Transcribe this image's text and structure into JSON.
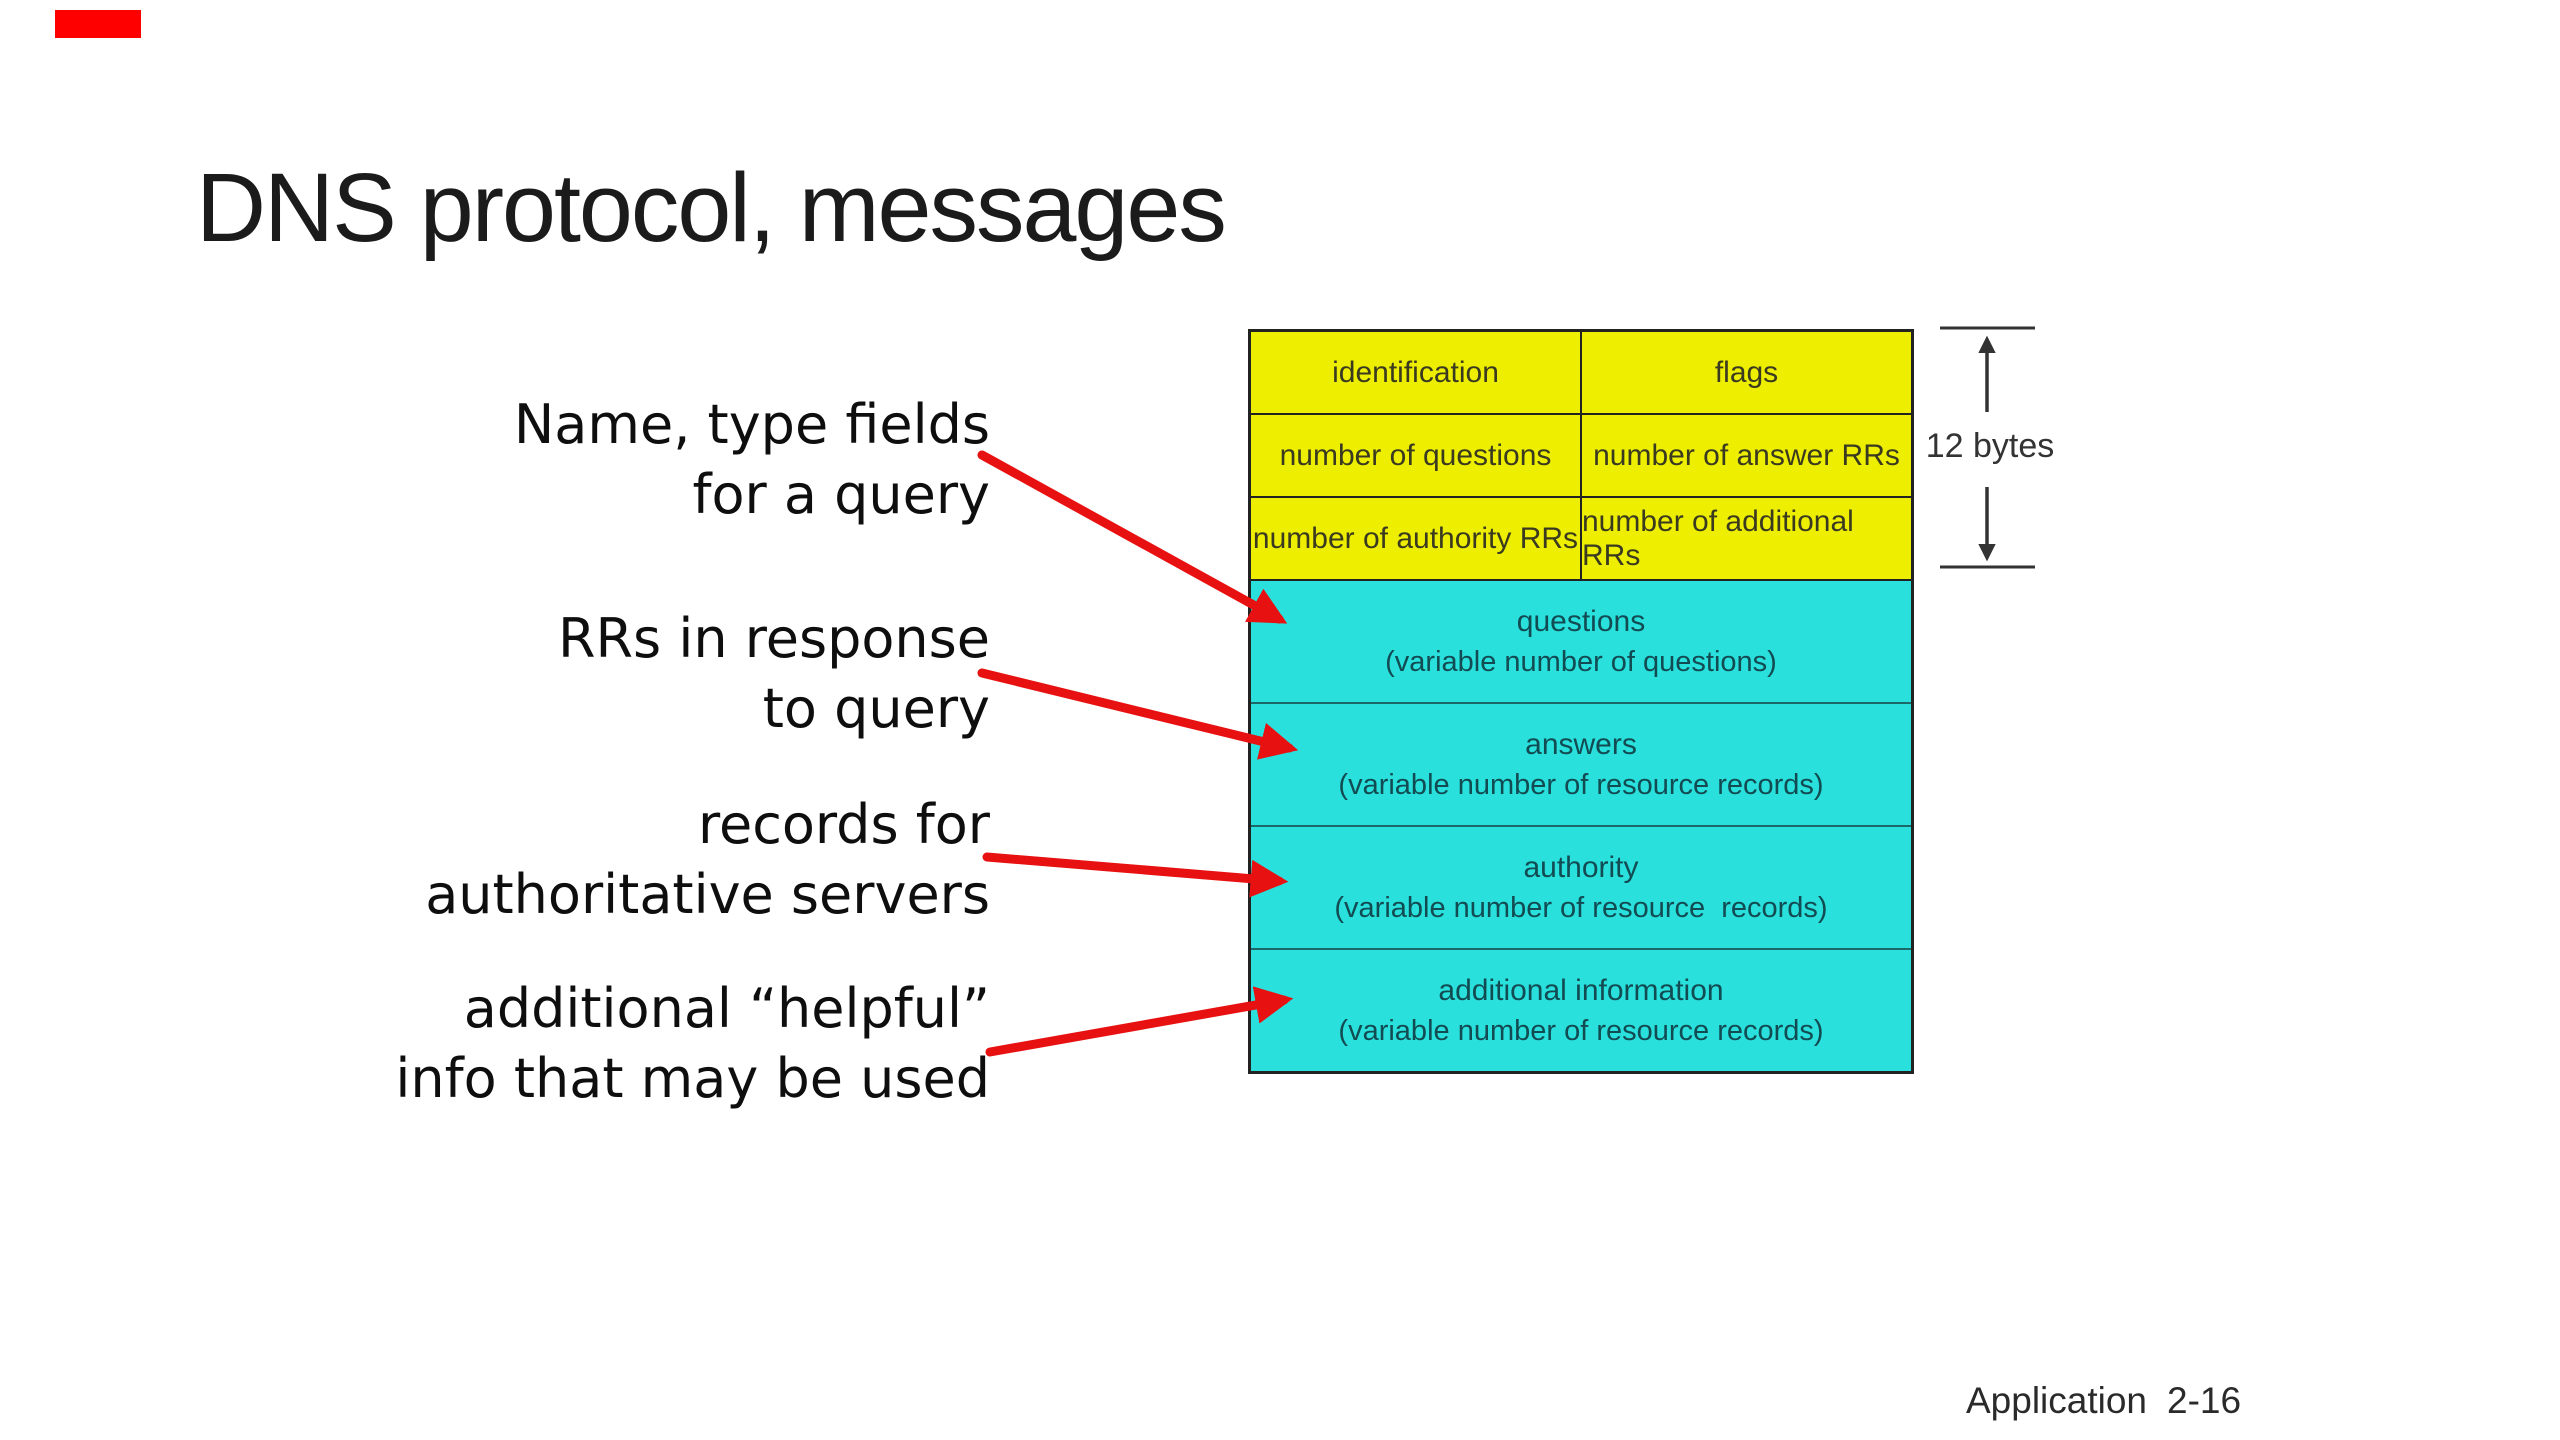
{
  "slide": {
    "title": "DNS protocol, messages",
    "footer": {
      "label": "Application",
      "page": "2-16"
    }
  },
  "corner_marker": {
    "color": "#fe0000"
  },
  "annotations": [
    {
      "line1": "Name, type fields",
      "line2": "for a query"
    },
    {
      "line1": "RRs in response",
      "line2": "to query"
    },
    {
      "line1": "records for",
      "line2": "authoritative servers"
    },
    {
      "line1": "additional “helpful”",
      "line2": "info that may be used"
    }
  ],
  "message_format": {
    "size_label": "12 bytes",
    "header_rows": [
      {
        "left": "identification",
        "right": "flags"
      },
      {
        "left": "number of questions",
        "right": "number of answer RRs"
      },
      {
        "left": "number of authority RRs",
        "right": "number of additional RRs"
      }
    ],
    "sections": [
      {
        "name": "questions",
        "detail": "(variable number of questions)"
      },
      {
        "name": "answers",
        "detail": "(variable number of resource records)"
      },
      {
        "name": "authority",
        "detail": "(variable number of resource  records)"
      },
      {
        "name": "additional information",
        "detail": "(variable number of resource records)"
      }
    ],
    "colors": {
      "header_fill": "#eeee00",
      "body_fill": "#29e0dc",
      "arrow": "#e81111",
      "border": "#222222",
      "teal_line": "#1b6868",
      "bracket": "#333333"
    }
  }
}
